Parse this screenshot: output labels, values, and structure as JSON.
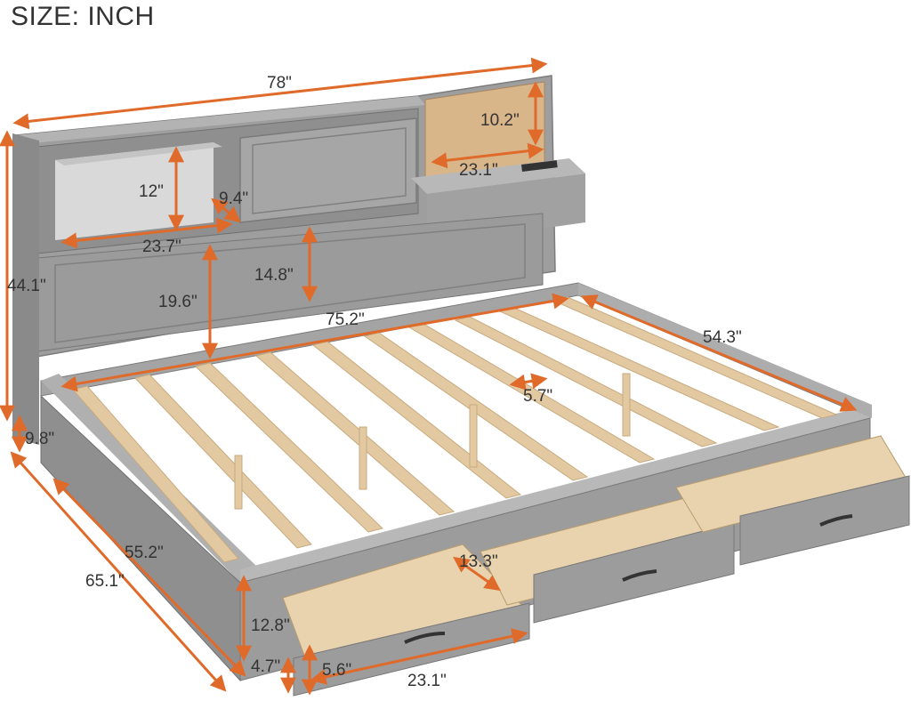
{
  "title": "SIZE: INCH",
  "colors": {
    "bed_gray": "#9a9a9a",
    "bed_dark": "#7f7f7f",
    "slat_wood": "#e2c9a2",
    "drawer_wood": "#e8d3ae",
    "cork": "#d9b58a",
    "arrow": "#e06a2a"
  },
  "dimensions": {
    "overall_width": "78\"",
    "cork_height": "10.2\"",
    "cork_width": "23.1\"",
    "shelf_height": "12\"",
    "shelf_gap": "9.4\"",
    "shelf_width": "23.7\"",
    "headboard_panel": "14.8\"",
    "headboard_to_rails": "19.6\"",
    "inner_length": "75.2\"",
    "overall_height": "44.1\"",
    "inner_width": "54.3\"",
    "slat_gap": "5.7\"",
    "rail_height": "9.8\"",
    "side_inner": "55.2\"",
    "overall_depth": "65.1\"",
    "drawer_depth": "13.3\"",
    "drawer_height": "12.8\"",
    "leg_clearance": "4.7\"",
    "drawer_front_height": "5.6\"",
    "drawer_width": "23.1\""
  }
}
